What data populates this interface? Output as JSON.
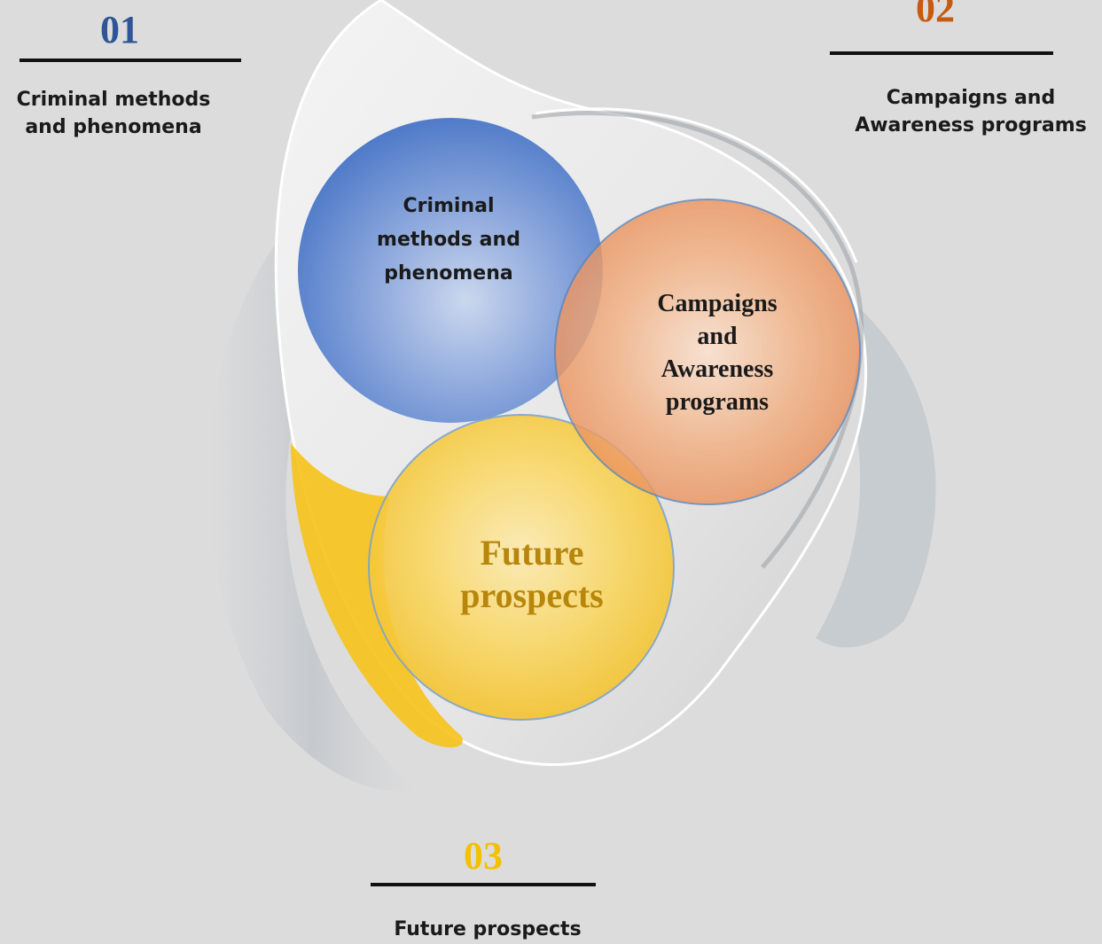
{
  "colors": {
    "background": "#dcdcdc",
    "blue": "#2f5597",
    "orange": "#c55a11",
    "yellow": "#f5c000",
    "yellow_text": "#b8860b"
  },
  "items": [
    {
      "number": "01",
      "caption_lines": [
        "Criminal methods",
        "and phenomena"
      ],
      "circle_lines": [
        "Criminal",
        "methods and",
        "phenomena"
      ]
    },
    {
      "number": "02",
      "caption_lines": [
        "Campaigns and",
        "Awareness programs"
      ],
      "circle_lines": [
        "Campaigns",
        "and",
        "Awareness",
        "programs"
      ]
    },
    {
      "number": "03",
      "caption_lines": [
        "Future prospects"
      ],
      "circle_lines": [
        "Future",
        "prospects"
      ]
    }
  ]
}
